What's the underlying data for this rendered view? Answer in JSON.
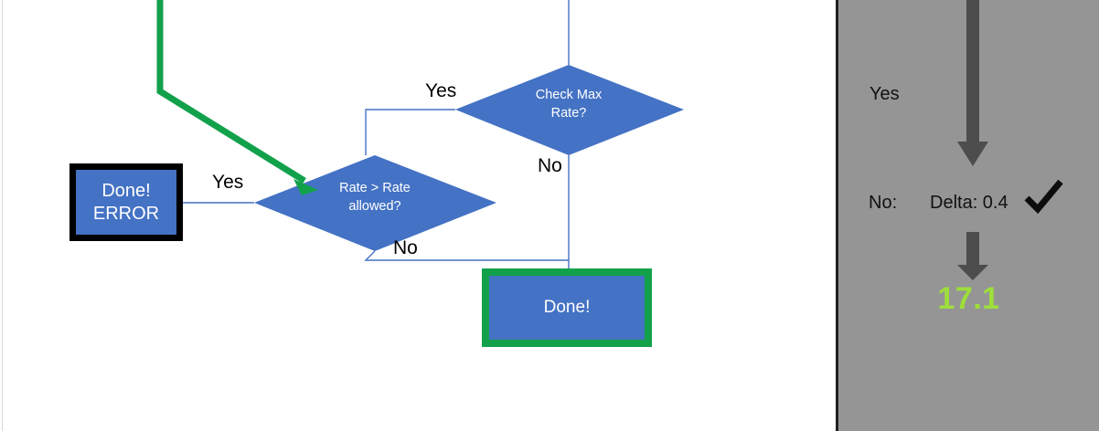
{
  "flowchart": {
    "nodes": {
      "error_box": {
        "line1": "Done!",
        "line2": "ERROR"
      },
      "done_box": {
        "label": "Done!"
      },
      "rate_decision": {
        "label": "Rate > Rate\nallowed?"
      },
      "max_rate_decision": {
        "label": "Check Max\nRate?"
      }
    },
    "edge_labels": {
      "rate_yes": "Yes",
      "rate_no": "No",
      "max_yes": "Yes",
      "max_no": "No"
    },
    "colors": {
      "node_fill": "#4472c4",
      "error_border": "#000000",
      "done_border": "#12a14b",
      "highlight_path": "#12a14b",
      "connector": "#4472c4",
      "node_text": "#ffffff",
      "label_text": "#000000"
    },
    "icons": {
      "highlight_arrow": "green-arrow-icon"
    }
  },
  "panel": {
    "yes_label": "Yes",
    "no_label": "No:",
    "delta_label": "Delta: 0.4",
    "result_value": "17.1",
    "icons": {
      "check": "check-mark-icon",
      "arrow_top": "down-arrow-icon",
      "arrow_bottom": "down-arrow-icon"
    },
    "colors": {
      "background": "#959595",
      "border": "#231f20",
      "arrow": "#4d4d4d",
      "result": "#9ede3a",
      "text": "#111111"
    }
  }
}
